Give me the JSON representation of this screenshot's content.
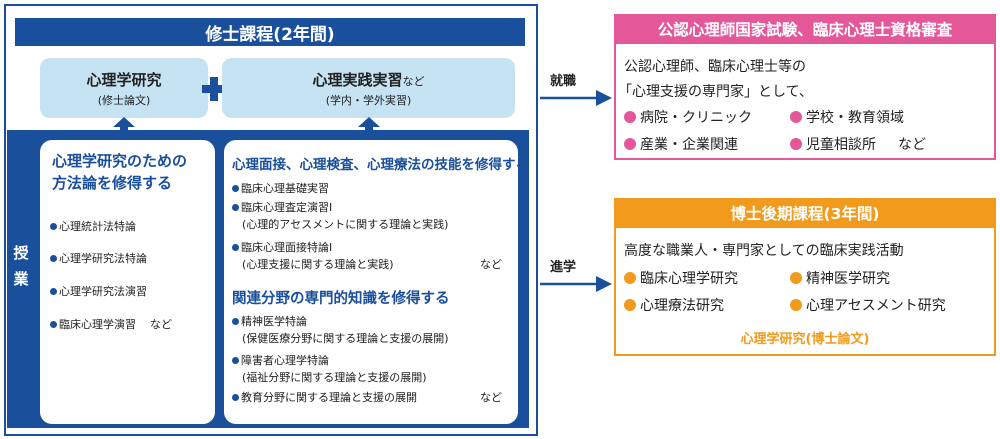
{
  "colors": {
    "blue": "#1a4f9c",
    "light_blue": "#c6e3f4",
    "pink": "#e4589a",
    "orange": "#f19a1c"
  },
  "master": {
    "title": "修士課程(2年間)",
    "research": {
      "main": "心理学研究",
      "sub": "(修士論文)"
    },
    "practice": {
      "main": "心理実践実習",
      "suffix": "など",
      "sub": "(学内・学外実習)"
    },
    "plus_icon": "plus-icon",
    "side_label": [
      "授",
      "業"
    ],
    "left": {
      "heading": [
        "心理学研究のための",
        "方法論を修得する"
      ],
      "items": [
        "心理統計法特論",
        "心理学研究法特論",
        "心理学研究法演習",
        "臨床心理学演習"
      ],
      "nado": "など"
    },
    "right": {
      "heading1": "心理面接、心理検査、心理療法の技能を修得する",
      "items1": [
        {
          "label": "臨床心理基礎実習"
        },
        {
          "label": "臨床心理査定演習Ⅰ",
          "sub": "(心理的アセスメントに関する理論と実践)"
        },
        {
          "label": "臨床心理面接特論Ⅰ",
          "sub": "(心理支援に関する理論と実践)"
        }
      ],
      "nado1": "など",
      "heading2": "関連分野の専門的知識を修得する",
      "items2": [
        {
          "label": "精神医学特論",
          "sub": "(保健医療分野に関する理論と支援の展開)"
        },
        {
          "label": "障害者心理学特論",
          "sub": "(福祉分野に関する理論と支援の展開)"
        },
        {
          "label": "教育分野に関する理論と支援の展開"
        }
      ],
      "nado2": "など"
    }
  },
  "arrows": {
    "employment": "就職",
    "advance": "進学"
  },
  "employment_box": {
    "title": "公認心理師国家試験、臨床心理士資格審査",
    "line1": "公認心理師、臨床心理士等の",
    "line2": "「心理支援の専門家」として、",
    "items": [
      "病院・クリニック",
      "学校・教育領域",
      "産業・企業関連",
      "児童相談所"
    ],
    "nado": "など"
  },
  "doctoral_box": {
    "title": "博士後期課程(3年間)",
    "line1": "高度な職業人・専門家としての臨床実践活動",
    "items": [
      "臨床心理学研究",
      "精神医学研究",
      "心理療法研究",
      "心理アセスメント研究"
    ],
    "thesis": "心理学研究(博士論文)"
  }
}
